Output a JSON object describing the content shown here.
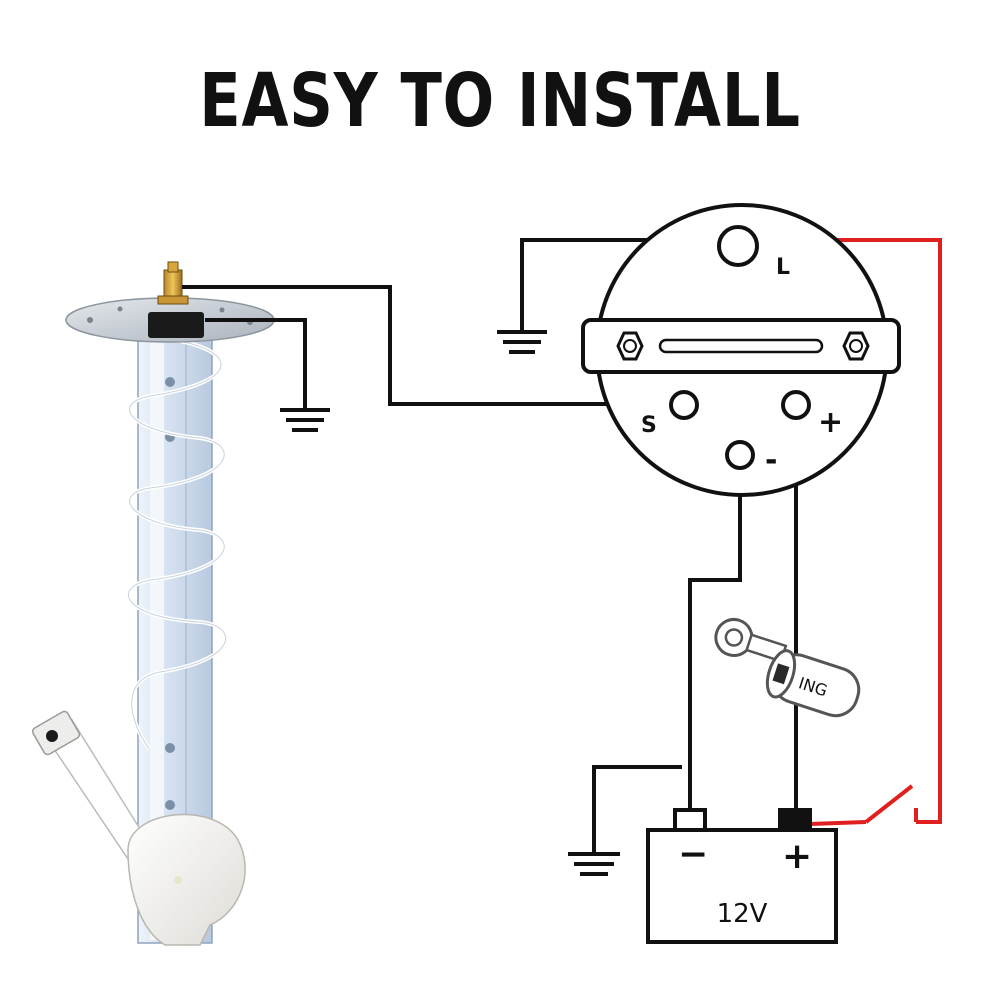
{
  "headline": "EASY TO INSTALL",
  "gauge": {
    "terminal_L": "L",
    "terminal_S": "S",
    "terminal_plus": "+",
    "terminal_minus": "-"
  },
  "battery": {
    "voltage": "12V",
    "minus_sign": "−",
    "plus_sign": "+"
  },
  "ignition": {
    "label": "ING"
  },
  "colors": {
    "wire": "#111111",
    "light_wire": "#e0201e",
    "sender_tube": "#cfdcec",
    "sender_flange": "#c6ccd3",
    "float": "#f2f2f0"
  }
}
